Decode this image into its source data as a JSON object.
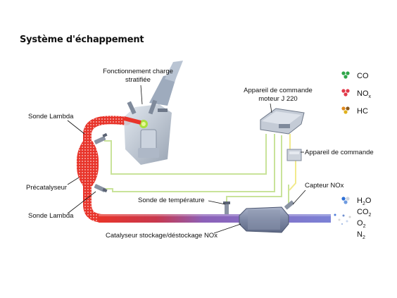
{
  "title": "Système d'échappement",
  "labels": {
    "engine_line1": "Fonctionnement charge",
    "engine_line2": "stratifiée",
    "ecu_line1": "Appareil de commande",
    "ecu_line2": "moteur J 220",
    "lambda_top": "Sonde Lambda",
    "precat": "Précatalyseur",
    "lambda_bottom": "Sonde Lambda",
    "control_unit": "Appareil de commande",
    "nox_sensor": "Capteur NOx",
    "temp_sensor": "Sonde de température",
    "nox_cat": "Catalyseur stockage/déstockage NOx"
  },
  "legend": {
    "top": [
      {
        "name": "CO",
        "icon": "co-molecule-icon"
      },
      {
        "name": "NOx",
        "icon": "nox-molecule-icon"
      },
      {
        "name": "HC",
        "icon": "hc-molecule-icon"
      }
    ],
    "bottom": [
      {
        "main": "H",
        "sub": "2",
        "tail": "O"
      },
      {
        "main": "CO",
        "sub": "2",
        "tail": ""
      },
      {
        "main": "O",
        "sub": "2",
        "tail": ""
      },
      {
        "main": "N",
        "sub": "2",
        "tail": ""
      }
    ]
  },
  "colors": {
    "hot_gas": "#e8342a",
    "cool_gas": "#7b82d6",
    "signal_line": "#c9e39a",
    "signal_line_yellow": "#f2ea8c",
    "component_gray": "#9aa3b4"
  }
}
